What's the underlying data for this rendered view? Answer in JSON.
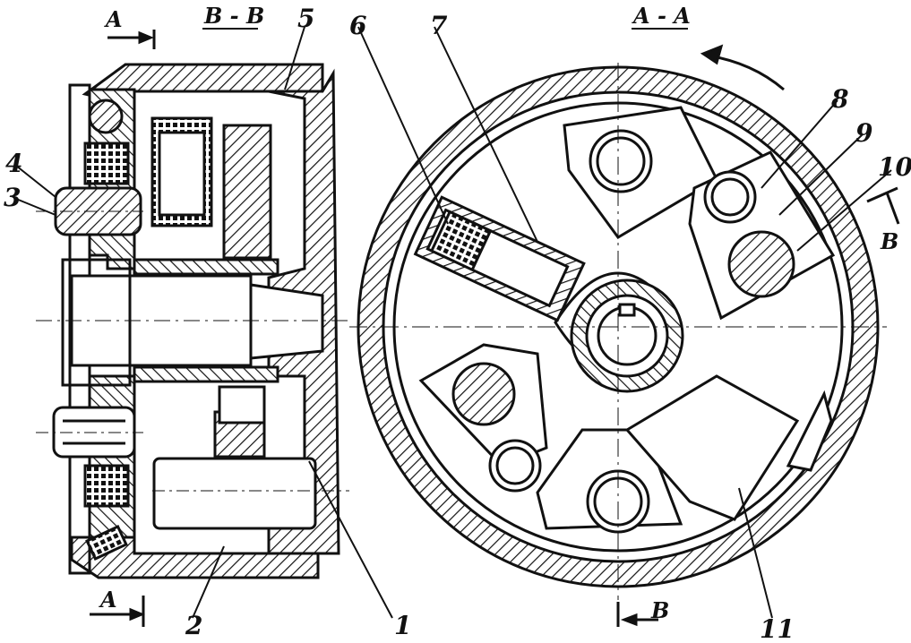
{
  "section_labels": {
    "left_view": "B - B",
    "right_view": "A - A"
  },
  "cut_marks": {
    "a_top": "A",
    "a_bottom": "A",
    "b_right": "B",
    "b_bottom": "B"
  },
  "callouts": [
    "1",
    "2",
    "3",
    "4",
    "5",
    "6",
    "7",
    "8",
    "9",
    "10",
    "11"
  ],
  "colors": {
    "ink": "#111111",
    "paper": "#ffffff"
  }
}
